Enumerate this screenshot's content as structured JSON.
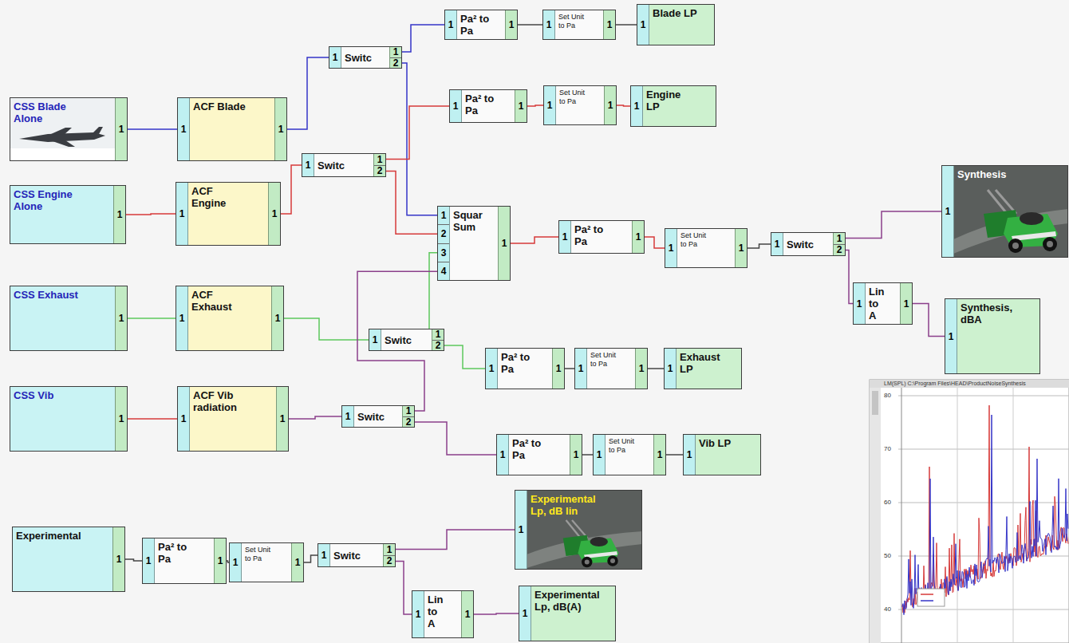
{
  "diagram": {
    "nodes": [
      {
        "text": [
          "CSS Blade Alone",
          "1"
        ]
      },
      {
        "text": [
          "1",
          "ACF Blade",
          "1"
        ]
      },
      {
        "text": [
          "1",
          "Switc",
          "1",
          "2"
        ]
      },
      {
        "text": [
          "1",
          "Pa² to Pa",
          "1"
        ]
      },
      {
        "text": [
          "1",
          "Set Unit to Pa",
          "1"
        ]
      },
      {
        "text": [
          "1",
          "Blade LP"
        ]
      },
      {
        "text": [
          "CSS Engine Alone",
          "1"
        ]
      },
      {
        "text": [
          "1",
          "ACF Engine",
          "1"
        ]
      },
      {
        "text": [
          "1",
          "Switc",
          "1",
          "2"
        ]
      },
      {
        "text": [
          "1",
          "Pa² to Pa",
          "1"
        ]
      },
      {
        "text": [
          "1",
          "Set Unit to Pa",
          "1"
        ]
      },
      {
        "text": [
          "1",
          "Engine LP"
        ]
      },
      {
        "text": [
          "1",
          "2",
          "3",
          "4",
          "Squar Sum",
          "1"
        ]
      },
      {
        "text": [
          "1",
          "Pa² to Pa",
          "1"
        ]
      },
      {
        "text": [
          "1",
          "Set Unit to Pa",
          "1"
        ]
      },
      {
        "text": [
          "1",
          "Switc",
          "1",
          "2"
        ]
      },
      {
        "text": [
          "1",
          "Synthesis"
        ]
      },
      {
        "text": [
          "1",
          "Lin to A",
          "1"
        ]
      },
      {
        "text": [
          "1",
          "Synthesis, dBA"
        ]
      },
      {
        "text": [
          "CSS Exhaust",
          "1"
        ]
      },
      {
        "text": [
          "1",
          "ACF Exhaust",
          "1"
        ]
      },
      {
        "text": [
          "1",
          "Switc",
          "1",
          "2"
        ]
      },
      {
        "text": [
          "1",
          "Pa² to Pa",
          "1"
        ]
      },
      {
        "text": [
          "1",
          "Set Unit to Pa",
          "1"
        ]
      },
      {
        "text": [
          "1",
          "Exhaust LP"
        ]
      },
      {
        "text": [
          "CSS Vib",
          "1"
        ]
      },
      {
        "text": [
          "1",
          "ACF Vib radiation",
          "1"
        ]
      },
      {
        "text": [
          "1",
          "Switc",
          "1",
          "2"
        ]
      },
      {
        "text": [
          "1",
          "Pa² to Pa",
          "1"
        ]
      },
      {
        "text": [
          "1",
          "Set Unit to Pa",
          "1"
        ]
      },
      {
        "text": [
          "1",
          "Vib LP"
        ]
      },
      {
        "text": [
          "Experimental",
          "1"
        ]
      },
      {
        "text": [
          "1",
          "Pa² to Pa",
          "1"
        ]
      },
      {
        "text": [
          "1",
          "Set Unit to Pa",
          "1"
        ]
      },
      {
        "text": [
          "1",
          "Switc",
          "1",
          "2"
        ]
      },
      {
        "text": [
          "1",
          "Experimental Lp, dB lin"
        ]
      },
      {
        "text": [
          "1",
          "Lin to A",
          "1"
        ]
      },
      {
        "text": [
          "1",
          "Experimental Lp, dB(A)"
        ]
      }
    ],
    "edges": [
      {
        "from": 0,
        "to": 1,
        "arrow": "none"
      },
      {
        "from": 1,
        "to": 2,
        "arrow": "none"
      },
      {
        "from": 2,
        "to": 3,
        "arrow": "none"
      },
      {
        "from": 3,
        "to": 4,
        "arrow": "none"
      },
      {
        "from": 4,
        "to": 5,
        "arrow": "none"
      },
      {
        "from": 2,
        "to": 12,
        "arrow": "none"
      },
      {
        "from": 6,
        "to": 7,
        "arrow": "none"
      },
      {
        "from": 7,
        "to": 8,
        "arrow": "none"
      },
      {
        "from": 8,
        "to": 9,
        "arrow": "none"
      },
      {
        "from": 9,
        "to": 10,
        "arrow": "none"
      },
      {
        "from": 10,
        "to": 11,
        "arrow": "none"
      },
      {
        "from": 8,
        "to": 12,
        "arrow": "none"
      },
      {
        "from": 12,
        "to": 13,
        "arrow": "none"
      },
      {
        "from": 13,
        "to": 14,
        "arrow": "none"
      },
      {
        "from": 14,
        "to": 15,
        "arrow": "none"
      },
      {
        "from": 15,
        "to": 16,
        "arrow": "none"
      },
      {
        "from": 15,
        "to": 17,
        "arrow": "none"
      },
      {
        "from": 17,
        "to": 18,
        "arrow": "none"
      },
      {
        "from": 19,
        "to": 20,
        "arrow": "none"
      },
      {
        "from": 20,
        "to": 21,
        "arrow": "none"
      },
      {
        "from": 21,
        "to": 12,
        "arrow": "none"
      },
      {
        "from": 21,
        "to": 22,
        "arrow": "none"
      },
      {
        "from": 22,
        "to": 23,
        "arrow": "none"
      },
      {
        "from": 23,
        "to": 24,
        "arrow": "none"
      },
      {
        "from": 25,
        "to": 26,
        "arrow": "none"
      },
      {
        "from": 26,
        "to": 27,
        "arrow": "none"
      },
      {
        "from": 27,
        "to": 12,
        "arrow": "none"
      },
      {
        "from": 27,
        "to": 28,
        "arrow": "none"
      },
      {
        "from": 28,
        "to": 29,
        "arrow": "none"
      },
      {
        "from": 29,
        "to": 30,
        "arrow": "none"
      },
      {
        "from": 31,
        "to": 32,
        "arrow": "none"
      },
      {
        "from": 32,
        "to": 33,
        "arrow": "none"
      },
      {
        "from": 33,
        "to": 34,
        "arrow": "none"
      },
      {
        "from": 34,
        "to": 35,
        "arrow": "none"
      },
      {
        "from": 34,
        "to": 36,
        "arrow": "none"
      },
      {
        "from": 36,
        "to": 37,
        "arrow": "none"
      }
    ],
    "labels": [
      "LM(SPL) C:\\Program Files\\HEAD\\ProductNoiseSynthesis",
      "80",
      "70",
      "60",
      "50",
      "40"
    ]
  }
}
